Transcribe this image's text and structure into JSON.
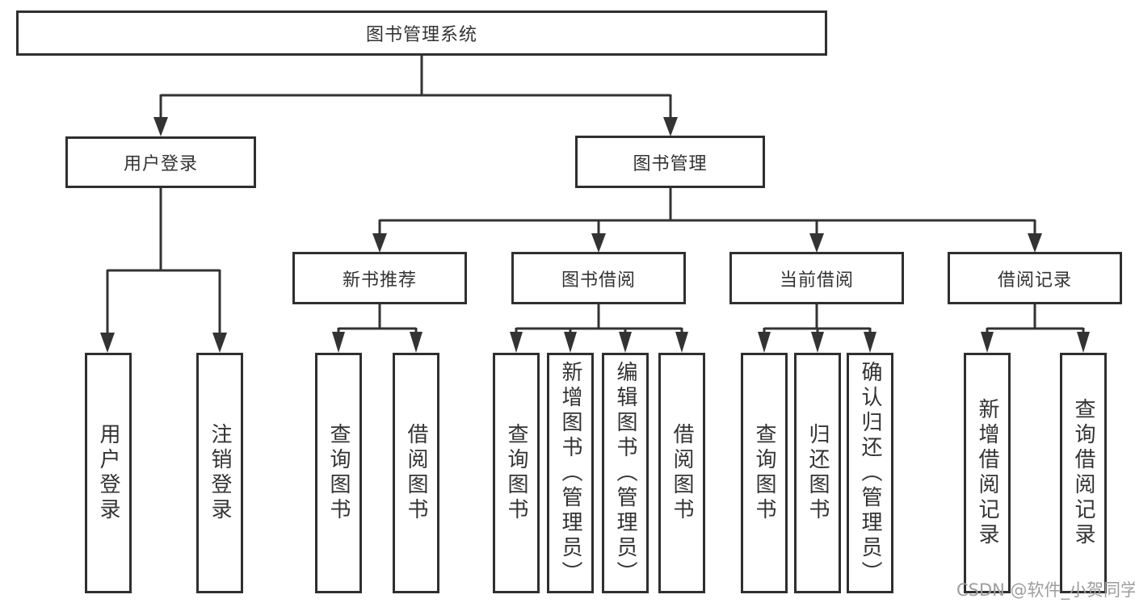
{
  "diagram_title": "图书管理系统",
  "tree": {
    "label": "图书管理系统",
    "children": [
      {
        "label": "用户登录",
        "children": [
          {
            "label": "用户登录"
          },
          {
            "label": "注销登录"
          }
        ]
      },
      {
        "label": "图书管理",
        "children": [
          {
            "label": "新书推荐",
            "children": [
              {
                "label": "查询图书"
              },
              {
                "label": "借阅图书"
              }
            ]
          },
          {
            "label": "图书借阅",
            "children": [
              {
                "label": "查询图书"
              },
              {
                "label": "新增图书（管理员）"
              },
              {
                "label": "编辑图书（管理员）"
              },
              {
                "label": "借阅图书"
              }
            ]
          },
          {
            "label": "当前借阅",
            "children": [
              {
                "label": "查询图书"
              },
              {
                "label": "归还图书"
              },
              {
                "label": "确认归还（管理员）"
              }
            ]
          },
          {
            "label": "借阅记录",
            "children": [
              {
                "label": "新增借阅记录"
              },
              {
                "label": "查询借阅记录"
              }
            ]
          }
        ]
      }
    ]
  },
  "watermark": "CSDN @软件_小贺同学",
  "colors": {
    "line": "#333333",
    "box_border": "#2f2f2f",
    "text": "#333333",
    "watermark": "#9e9e9e",
    "background": "#ffffff"
  }
}
